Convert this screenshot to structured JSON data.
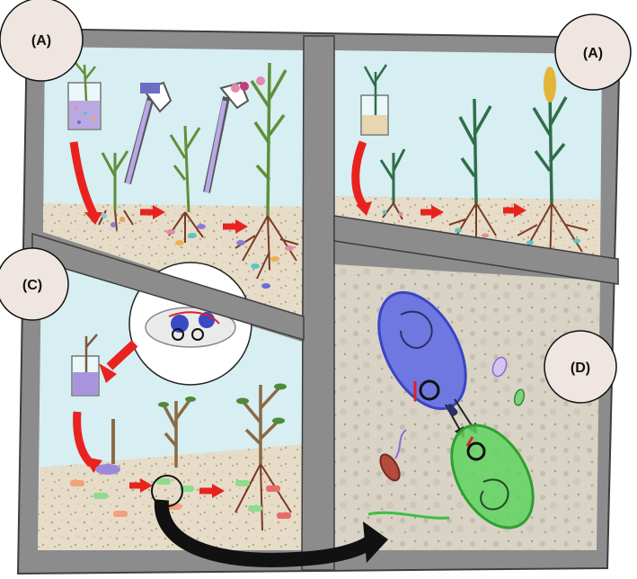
{
  "figure": {
    "panel_labels": {
      "top_left": "(A)",
      "top_right": "(A)",
      "bottom_left": "(C)",
      "bottom_right": "(D)"
    },
    "colors": {
      "frame": "#8c8c8c",
      "frame_dark": "#5c5c5c",
      "sky": "#d7eef2",
      "soil": "#e6dcc8",
      "arrow_red": "#e8231f",
      "arrow_black": "#111111",
      "bacterium_blue": "#4a55d6",
      "bacterium_green": "#3fbf3f",
      "plant_green": "#5f8f3a",
      "label_bubble": "#efe6e1"
    },
    "icons": [
      "beaker-icon",
      "pipette-icon",
      "petri-dish-icon",
      "plant-icon",
      "root-icon",
      "bacterium-icon",
      "arrow-icon"
    ]
  }
}
